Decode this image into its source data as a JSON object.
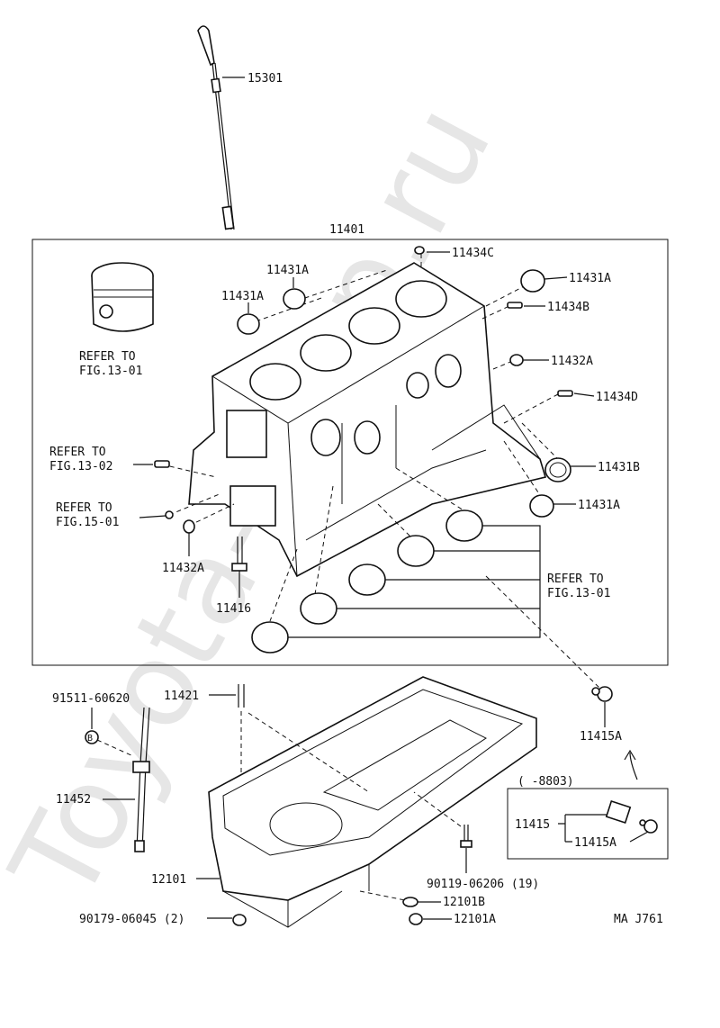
{
  "watermark": "Toyota-Shop.ru",
  "callouts": {
    "p15301": "15301",
    "p11401": "11401",
    "p11434C": "11434C",
    "p11431A_1": "11431A",
    "p11431A_2": "11431A",
    "p11431A_3": "11431A",
    "p11431A_4": "11431A",
    "p11434B": "11434B",
    "p11432A_r": "11432A",
    "p11434D": "11434D",
    "p11431B": "11431B",
    "p11432A_l": "11432A",
    "p11416": "11416",
    "p11415A_top": "11415A",
    "p91511": "91511-60620",
    "p11421": "11421",
    "p11452": "11452",
    "p12101": "12101",
    "p90179": "90179-06045 (2)",
    "p90119": "90119-06206 (19)",
    "p12101B": "12101B",
    "p12101A": "12101A",
    "p11415": "11415",
    "p11415A_box": "11415A",
    "inset_range": "(      -8803)",
    "code": "MA J761",
    "bolt_marker": "B"
  },
  "refs": {
    "piston_line1": "REFER TO",
    "piston_line2": "FIG.13-01",
    "ref1302_line1": "REFER TO",
    "ref1302_line2": "FIG.13-02",
    "ref1501_line1": "REFER TO",
    "ref1501_line2": "FIG.15-01",
    "bearing_line1": "REFER TO",
    "bearing_line2": "FIG.13-01"
  }
}
